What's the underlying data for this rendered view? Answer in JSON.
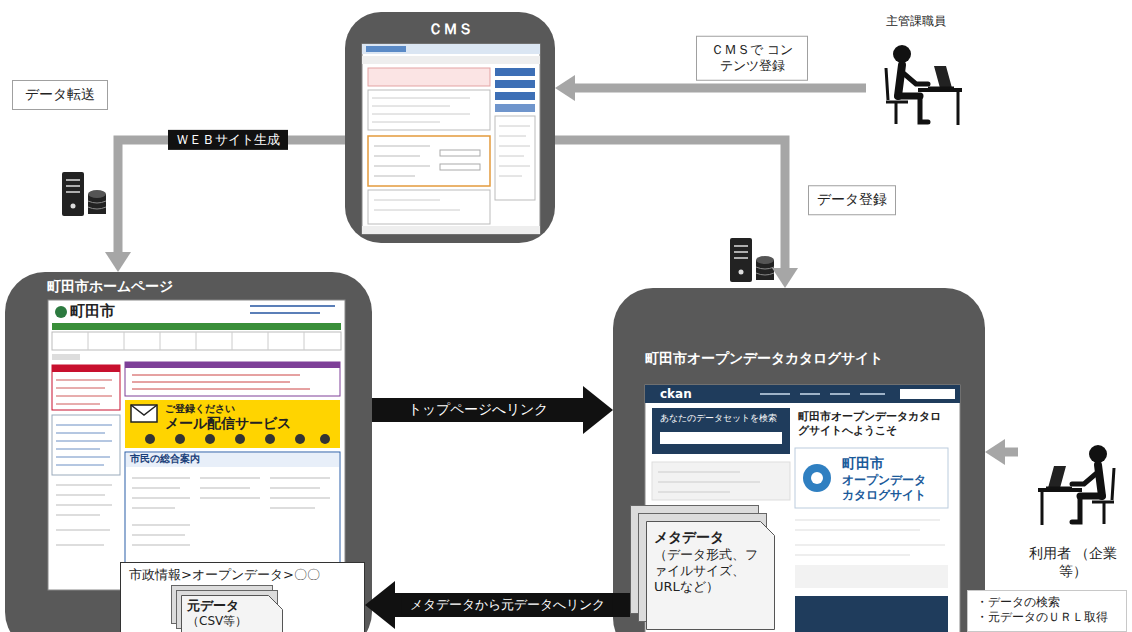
{
  "diagram": {
    "nodes": [
      {
        "text": [
          "ＣＭＳ"
        ]
      },
      {
        "text": [
          "主管課職員"
        ]
      },
      {
        "text": [
          "町田市ホームページ"
        ]
      },
      {
        "text": [
          "市政情報>オープンデータ>〇〇"
        ],
        "in": 2
      },
      {
        "text": [
          "元データ",
          "（CSV等）"
        ],
        "in": 3
      },
      {
        "text": [
          "町田市オープンデータカタログサイト"
        ]
      },
      {
        "text": [
          "メタデータ",
          "（データ形式、ファイルサイズ、URLなど）"
        ],
        "in": 5
      },
      {
        "text": [
          "利用者 （企業等）"
        ]
      },
      {
        "text": [
          "・データの検索",
          "・元データのＵＲＬ取得"
        ]
      }
    ],
    "edges": [
      {
        "from": 1,
        "to": 0,
        "arrow": "to",
        "label": "ＣＭＳで コンテンツ登録"
      },
      {
        "from": 0,
        "to": 2,
        "arrow": "to",
        "label": "ＷＥＢサイト生成"
      },
      {
        "from": 0,
        "to": 5,
        "arrow": "to",
        "label": "データ登録"
      },
      {
        "from": 2,
        "to": 5,
        "arrow": "to",
        "label": "トップページへリンク"
      },
      {
        "from": 6,
        "to": 3,
        "arrow": "to",
        "label": "メタデータから元データへリンク"
      },
      {
        "from": 7,
        "to": 5,
        "arrow": "to"
      }
    ],
    "labels": [
      "データ転送",
      "町田市",
      "ご登録ください",
      "メール配信サービス",
      "市民の総合案内",
      "ckan",
      "あなたのデータセットを検索",
      "町田市オープンデータカタログサイトへようこそ",
      "町田市",
      "オープンデータ カタログサイト"
    ]
  }
}
